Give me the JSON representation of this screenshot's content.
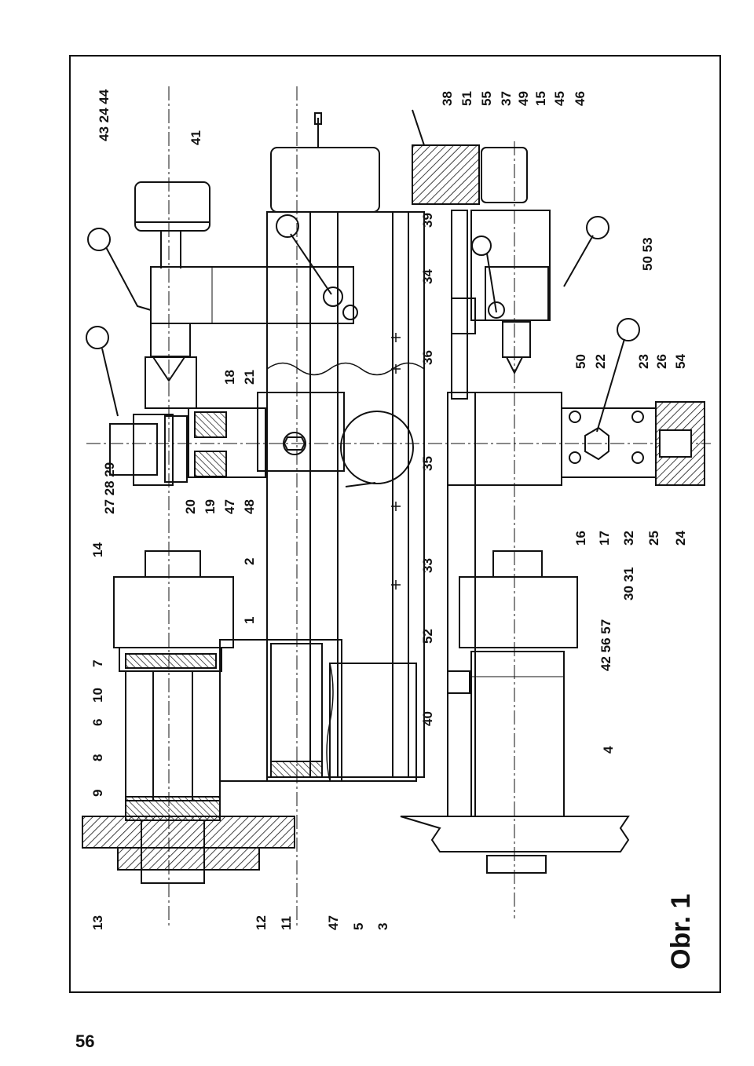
{
  "caption": "Obr. 1",
  "page_number": "56",
  "part_labels": [
    {
      "text": "43 24 44"
    },
    {
      "text": "41"
    },
    {
      "text": "18"
    },
    {
      "text": "21"
    },
    {
      "text": "27 28 29"
    },
    {
      "text": "20"
    },
    {
      "text": "19"
    },
    {
      "text": "47"
    },
    {
      "text": "48"
    },
    {
      "text": "14"
    },
    {
      "text": "2"
    },
    {
      "text": "1"
    },
    {
      "text": "7"
    },
    {
      "text": "10"
    },
    {
      "text": "6"
    },
    {
      "text": "8"
    },
    {
      "text": "9"
    },
    {
      "text": "13"
    },
    {
      "text": "12"
    },
    {
      "text": "11"
    },
    {
      "text": "47"
    },
    {
      "text": "5"
    },
    {
      "text": "3"
    },
    {
      "text": "38"
    },
    {
      "text": "51"
    },
    {
      "text": "55"
    },
    {
      "text": "37"
    },
    {
      "text": "49"
    },
    {
      "text": "15"
    },
    {
      "text": "45"
    },
    {
      "text": "46"
    },
    {
      "text": "39"
    },
    {
      "text": "34"
    },
    {
      "text": "50 53"
    },
    {
      "text": "36"
    },
    {
      "text": "50"
    },
    {
      "text": "22"
    },
    {
      "text": "23"
    },
    {
      "text": "26"
    },
    {
      "text": "54"
    },
    {
      "text": "35"
    },
    {
      "text": "16"
    },
    {
      "text": "17"
    },
    {
      "text": "32"
    },
    {
      "text": "25"
    },
    {
      "text": "24"
    },
    {
      "text": "33"
    },
    {
      "text": "30 31"
    },
    {
      "text": "42 56 57"
    },
    {
      "text": "52"
    },
    {
      "text": "40"
    },
    {
      "text": "4"
    }
  ]
}
